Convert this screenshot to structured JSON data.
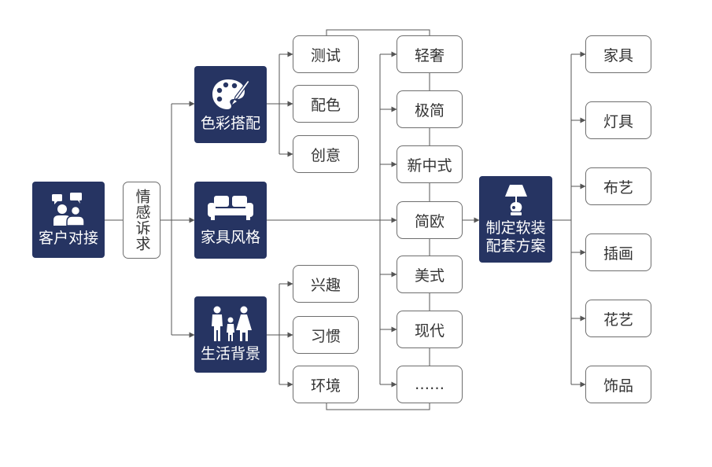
{
  "colors": {
    "node_fill": "#263462",
    "node_text": "#ffffff",
    "border": "#6e6e6e",
    "line": "#555555"
  },
  "nodes": {
    "client": {
      "label": "客户对接",
      "icon": "people-chat-icon"
    },
    "appeal": {
      "label": "情感诉求"
    },
    "color_match": {
      "label": "色彩搭配",
      "icon": "palette-icon"
    },
    "furniture_style": {
      "label": "家具风格",
      "icon": "sofa-icon"
    },
    "life_background": {
      "label": "生活背景",
      "icon": "family-icon"
    },
    "solution": {
      "label": "制定软装\n配套方案",
      "icon": "lamp-icon"
    }
  },
  "color_items": [
    "测试",
    "配色",
    "创意"
  ],
  "life_items": [
    "兴趣",
    "习惯",
    "环境"
  ],
  "styles": [
    "轻奢",
    "极简",
    "新中式",
    "简欧",
    "美式",
    "现代",
    "……"
  ],
  "outputs": [
    "家具",
    "灯具",
    "布艺",
    "插画",
    "花艺",
    "饰品"
  ]
}
